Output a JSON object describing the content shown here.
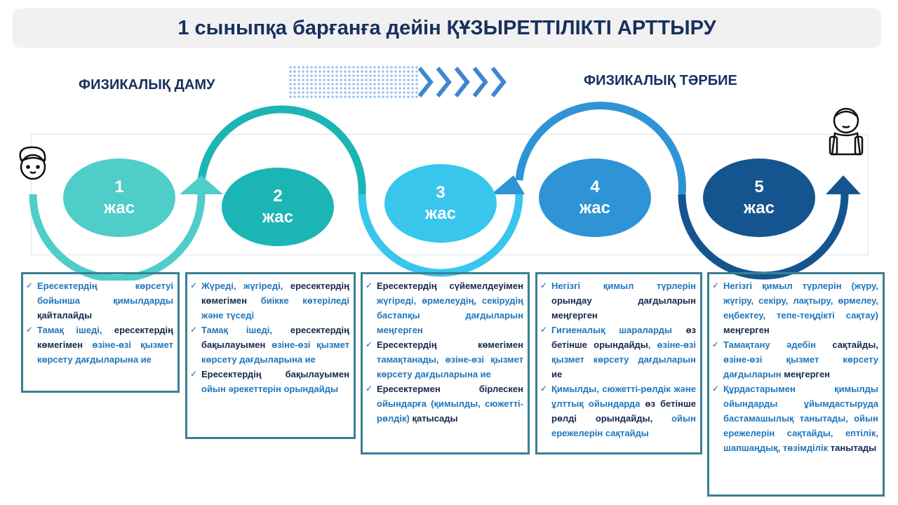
{
  "title": "1 сыныпқа барғанға дейін ҚҰЗЫРЕТТІЛІКТІ АРТТЫРУ",
  "left_heading": "ФИЗИКАЛЫҚ ДАМУ",
  "right_heading": "ФИЗИКАЛЫҚ ТӘРБИЕ",
  "colors": {
    "blue": "#1f77bd",
    "dark": "#172850",
    "stage1": "#4ecdc9",
    "stage2": "#1bb5b5",
    "stage3": "#38c6ec",
    "stage4": "#2e94d6",
    "stage5": "#14558f"
  },
  "stages": [
    {
      "num": "1",
      "unit": "жас"
    },
    {
      "num": "2",
      "unit": "жас"
    },
    {
      "num": "3",
      "unit": "жас"
    },
    {
      "num": "4",
      "unit": "жас"
    },
    {
      "num": "5",
      "unit": "жас"
    }
  ],
  "boxes": [
    [
      [
        {
          "t": "Ересектердің көрсетуі бойынша қимылдарды ",
          "c": "blue"
        },
        {
          "t": "қайталайды",
          "c": "dark"
        }
      ],
      [
        {
          "t": "Тамақ ішеді, ",
          "c": "blue"
        },
        {
          "t": "ересектердің көмегімен ",
          "c": "dark"
        },
        {
          "t": "өзіне-өзі қызмет көрсету дағдыларына ие",
          "c": "blue"
        }
      ]
    ],
    [
      [
        {
          "t": "Жүреді, жүгіреді, ",
          "c": "blue"
        },
        {
          "t": "ересектердің көмегімен ",
          "c": "dark"
        },
        {
          "t": "биікке көтеріледі және түседі",
          "c": "blue"
        }
      ],
      [
        {
          "t": "Тамақ ішеді, ",
          "c": "blue"
        },
        {
          "t": "ересектердің бақылауымен ",
          "c": "dark"
        },
        {
          "t": "өзіне-өзі қызмет көрсету дағдыларына ие",
          "c": "blue"
        }
      ],
      [
        {
          "t": "Ересектердің бақылауымен ",
          "c": "dark"
        },
        {
          "t": "ойын әрекеттерін орындайды",
          "c": "blue"
        }
      ]
    ],
    [
      [
        {
          "t": "Ересектердің сүйемелдеуімен ",
          "c": "dark"
        },
        {
          "t": "жүгіреді, өрмелеудің, секірудің бастапқы дағдыларын меңгерген",
          "c": "blue"
        }
      ],
      [
        {
          "t": "Ересектердің көмегімен ",
          "c": "dark"
        },
        {
          "t": "тамақтанады, өзіне-өзі қызмет көрсету дағдыларына ие",
          "c": "blue"
        }
      ],
      [
        {
          "t": "Ересектермен бірлескен ",
          "c": "dark"
        },
        {
          "t": "ойындарға (қимылды, сюжетті-рөлдік) ",
          "c": "blue"
        },
        {
          "t": "қатысады",
          "c": "dark"
        }
      ]
    ],
    [
      [
        {
          "t": "Негізгі қимыл түрлерін ",
          "c": "blue"
        },
        {
          "t": "орындау дағдыларын меңгерген",
          "c": "dark"
        }
      ],
      [
        {
          "t": "Гигиеналық шараларды ",
          "c": "blue"
        },
        {
          "t": "өз бетінше орындайды",
          "c": "dark"
        },
        {
          "t": ", өзіне-өзі қызмет көрсету дағдыларын ",
          "c": "blue"
        },
        {
          "t": "ие",
          "c": "dark"
        }
      ],
      [
        {
          "t": "Қимылды, сюжетті-рөлдік және ұлттық ойындарда ",
          "c": "blue"
        },
        {
          "t": "өз бетінше рөлді орындайды, ",
          "c": "dark"
        },
        {
          "t": "ойын ережелерін сақтайды",
          "c": "blue"
        }
      ]
    ],
    [
      [
        {
          "t": "Негізгі қимыл түрлерін (жүру, жүгіру, секіру, лақтыру, өрмелеу, еңбектеу, тепе-теңдікті сақтау) ",
          "c": "blue"
        },
        {
          "t": "меңгерген",
          "c": "dark"
        }
      ],
      [
        {
          "t": "Тамақтану әдебін ",
          "c": "blue"
        },
        {
          "t": "сақтайды, ",
          "c": "dark"
        },
        {
          "t": "өзіне-өзі қызмет көрсету дағдыларын ",
          "c": "blue"
        },
        {
          "t": "меңгерген",
          "c": "dark"
        }
      ],
      [
        {
          "t": "Құрдастарымен қимылды ойындарды ұйымдастыруда бастамашылық танытады, ойын ережелерін сақтайды, ептілік, шапшаңдық, төзімділік ",
          "c": "blue"
        },
        {
          "t": "танытады",
          "c": "dark"
        }
      ]
    ]
  ]
}
